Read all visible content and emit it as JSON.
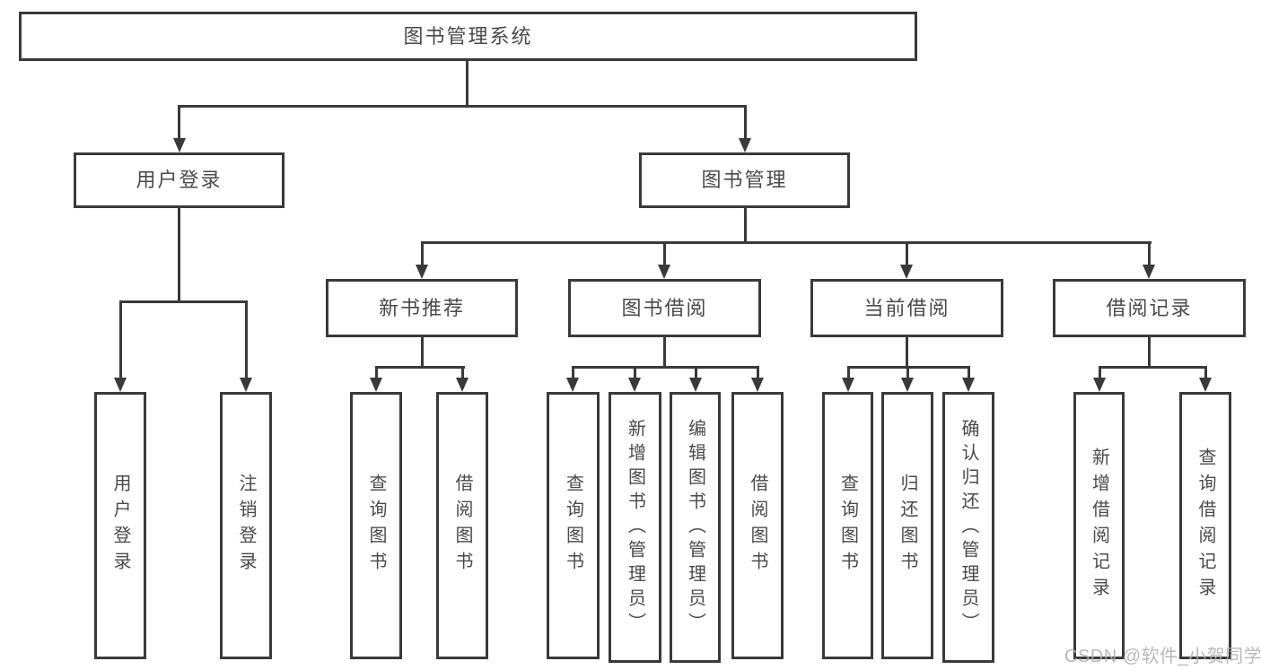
{
  "title": "图书管理系统",
  "watermark": "CSDN @软件_小贺同学",
  "colors": {
    "line": "#3a3a3a",
    "text": "#4a4a4a",
    "watermark": "#b0b0b0",
    "background": "#ffffff"
  },
  "level2": [
    {
      "label": "用户登录"
    },
    {
      "label": "图书管理"
    }
  ],
  "level3": [
    {
      "label": "新书推荐"
    },
    {
      "label": "图书借阅"
    },
    {
      "label": "当前借阅"
    },
    {
      "label": "借阅记录"
    }
  ],
  "leaves": [
    {
      "group": "用户登录",
      "items": [
        {
          "label": "用户登录"
        },
        {
          "label": "注销登录"
        }
      ]
    },
    {
      "group": "新书推荐",
      "items": [
        {
          "label": "查询图书"
        },
        {
          "label": "借阅图书"
        }
      ]
    },
    {
      "group": "图书借阅",
      "items": [
        {
          "label": "查询图书"
        },
        {
          "label": "新增图书（管理员）"
        },
        {
          "label": "编辑图书（管理员）"
        },
        {
          "label": "借阅图书"
        }
      ]
    },
    {
      "group": "当前借阅",
      "items": [
        {
          "label": "查询图书"
        },
        {
          "label": "归还图书"
        },
        {
          "label": "确认归还（管理员）"
        }
      ]
    },
    {
      "group": "借阅记录",
      "items": [
        {
          "label": "新增借阅记录"
        },
        {
          "label": "查询借阅记录"
        }
      ]
    }
  ]
}
